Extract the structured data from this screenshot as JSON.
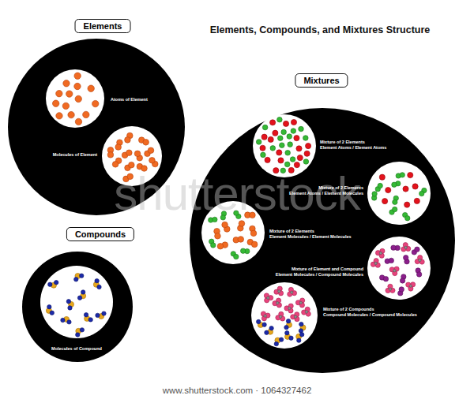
{
  "diagram": {
    "title": "Elements, Compounds, and Mixtures Structure",
    "nodes": [
      {
        "text": [
          "Elements"
        ]
      },
      {
        "text": [
          "Atoms of Element"
        ],
        "in": 0
      },
      {
        "text": [
          "Molecules of Element"
        ],
        "in": 0
      },
      {
        "text": [
          "Compounds"
        ]
      },
      {
        "text": [
          "Molecules of Compound"
        ],
        "in": 3
      },
      {
        "text": [
          "Mixtures"
        ]
      },
      {
        "text": [
          "Mixture of 2 Elements",
          "Element Atoms / Element Atoms"
        ],
        "in": 5
      },
      {
        "text": [
          "Mixture of 2 Elements",
          "Element Atoms / Element Molecules"
        ],
        "in": 5
      },
      {
        "text": [
          "Mixture of 2 Elements",
          "Element Molecules / Element Molecules"
        ],
        "in": 5
      },
      {
        "text": [
          "Mixture of Element and Compound",
          "Element Molecules / Compound Molecules"
        ],
        "in": 5
      },
      {
        "text": [
          "Mixture of 2 Compounds",
          "Compound Molecules / Compound Molecules"
        ],
        "in": 5
      }
    ],
    "labels": [
      "shutterstock",
      "www.shutterstock.com · 1064327462"
    ]
  }
}
